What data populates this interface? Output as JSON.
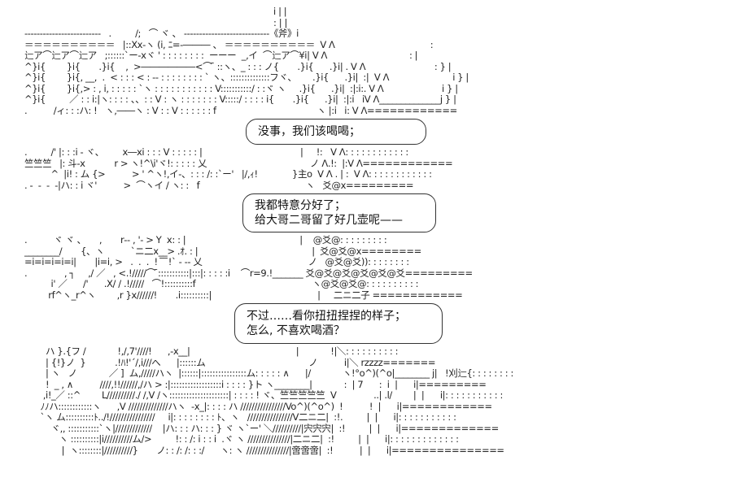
{
  "ascii_art_lines": [
    "                                                                                              i | |",
    "                                                                                              : | |",
    "-------------------------   .         /;   ⌒ ヾ 、 ----------------------------《斧》i",
    "＝＝＝＝＝＝＝＝＝＝   |::Xx-ヽ (i, ﾆ=-――― 、 ＝＝＝＝＝＝＝＝＝＝  V Λ                                    :",
    "辷ア⌒辷ア⌒辷ア   ;::::::`ー-xヾ ' : : : : : : : :  ーーー  _,イ  ⌒辷ア⌒¥i| V Λ                               : |",
    "^}i{        }i{       .}i{    ,  >――――――<⌒ ̄ ::ヽ、_ : : : ノ{       .}i{      .}i| . V Λ                          : } |",
    "^}i{        }i{, __,  .  < : : : < : -- : : : : : : : : ` ヽ、::::::::::::::フヾ、      .}i{      .}i|  :|  V Λ                        i } |",
    "^}i{        }i{,> : , i, : : : : : `ヽ : : : : : : : : : : : V:::::::::::/ : :ヾ ヽ     .}i{      .}i|  :|:i:. V Λ                      i } |",
    "^}i{         ／ : : i:|ヽ: : : : 、、: : V : ヽ : : : : : : : V:::::/ : : : : i{       .}i{      .}i|  :|:i   iV Λ______________j } |",
    ".          /ィ: : :ハ: !   ヽ,――ヽ : V : : V : : : : : : f                                      ヽ |:i   i: V Λ============",
    ".         /' |: : :i - ヾ、       x―xi : : : V : : : : : |                                     |     !:   V Λ: : : : : : : : : : : :",
    "竺竺竺   |: 斗-x           r > ヽ!^\\i'ヾ!: : : : : 乂                                       ノ Λ.!:  |:V Λ============",
    "          ^  |i! : ム {>          > ' ^ヽ!,イ-、: : : /: :`ー'   |/,ｨ!             }主o  V Λ . | :  V Λ: : : : : : : : : : : :",
    ". -  -  -  -|ハ: : i ヾ'          >  ⌒ヽイ / ヽ: :   f                                        ヽ   爻@x=========",
    ".          ヾ ヾ 、     ,       r‐- , '- > Y  x: : |                                           |    @爻@: : : : : : : : :",
    "________/       {、ヽ          `ニ二x__> .ｵ. : |                                           |  爻@爻@x========",
    "=i=i=i=i=i|       |i=i, >   .  .  .  !  ̄ ̄ ̄!` - -- 乂                                        ノ   @爻@爻)): : : : : : : :",
    ".              , ┐     ,/ ／   , <.!/////⌒ ̄:::::::::::|:::|: : : : :i    ⌒r=9.!_______ 爻@爻@爻@爻@爻@爻=========",
    "          i' ／      /'      .X/ / .!/////   ⌒!::::::::::f                                            ヽ@爻@爻@: : : : : : : : : :",
    "         rf^ヽ_r^ヽ        ,r }x//////!       .i::::::::::|                                        |     二ニ二子 ============",
    "        ハ }.{フ /            !,/,7'////!      ,-x__|                                        |            !|＼: : : : : : : : : :",
    "        | {!}ノ  }           .!ﾊ!'´/,i///へ      |::::::ム                                       ノ          i|＼ rzzzz=======",
    "        | ヽ   ノ            ／ ]  ム,/////ハヽ  |::::::|::::::::::::::::ム: : : : : ∧      |/            ヽ!°o^)(^o|________ j|   !刈辷{: : : : : : : :",
    "        !  _ , ∧          ////,!!//////,/ハ > :|::::::::::::::::::i : : : : }ト ヽ________|            :  | 7      :  i  |      i|=========",
    "       ,i!_／ ::^        L//////////./ /,V /ヽ:::::::::::::::::::::| : : : : ! ヾ、竺竺竺竺竺  V              ..| .l/        |  |      i|: : : : : : : : : : :",
    "      ﾉﾉハ::::::::::::ヽ      ,V //////////////ハヽ  -x_|: : : : ハ ////////////////Vo^)(^o^)  !          !  |      i|============",
    "      `ヽ ム::::::::::ﾄ../!////////////////     i|: : : : : : : : ﾄ、ヽ   ////////////////V二ニ二|  :!.         |  |      i|: : : : : : : : : : :",
    "          ヾ,, :::::::::::`ヽ|/////////////    |ハ: : : ハ: : : } ヾ ヽ`ー' ＼//////////|宍宍宍|  :!         |  |      i|=============",
    "             ヽ ::::::::::|i//////////ム/>         !: : /: i : : i  .ヾ ヽ ///////////////|二ニ二|  :!         |  |      i|: : : : : : : : : : : : :",
    "              |  ヽ::::::::|//////////}       ノ: : /: /: : :/      ヽ: ヽ ///////////////|啻啻啻|  :!          |  |      i|==============="
  ],
  "bubbles": [
    {
      "lines": [
        "没事，我们该喝喝；"
      ]
    },
    {
      "lines": [
        "我都特意分好了；",
        "给大哥二哥留了好几壶呢——"
      ]
    },
    {
      "lines": [
        "不过……看你扭扭捏捏的样子；",
        "怎么, 不喜欢喝酒？"
      ]
    }
  ]
}
